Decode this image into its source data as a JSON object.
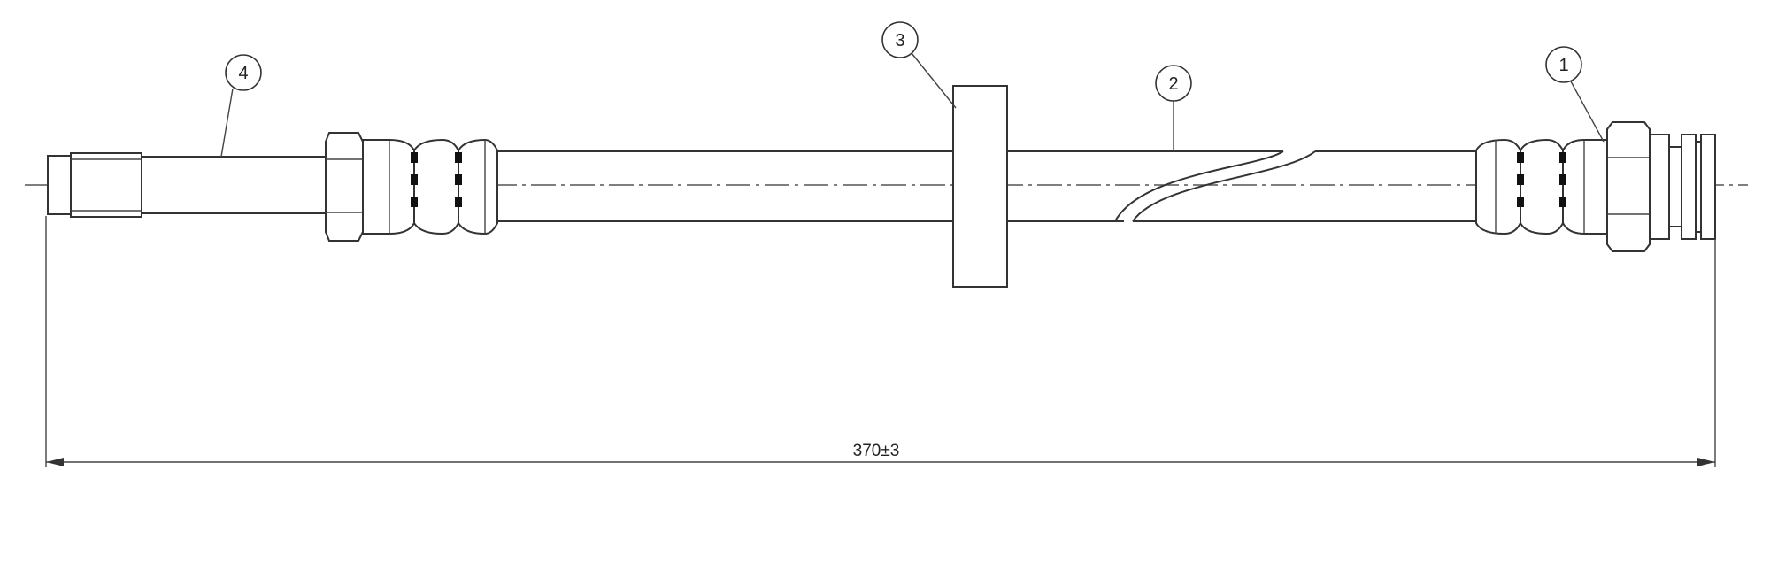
{
  "callouts": {
    "c1": "1",
    "c2": "2",
    "c3": "3",
    "c4": "4"
  },
  "dimension": {
    "length_label": "370±3"
  },
  "colors": {
    "line": "#333333",
    "background": "#ffffff"
  }
}
